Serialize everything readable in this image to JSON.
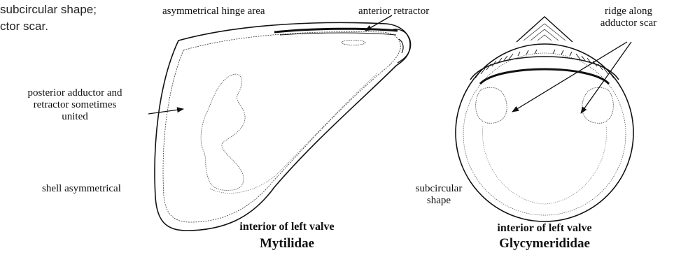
{
  "top_left_text": {
    "line1": "subcircular shape;",
    "line2": "ctor scar."
  },
  "mytilidae": {
    "label_hinge": "asymmetrical hinge area",
    "label_anterior_retractor": "anterior retractor",
    "label_posterior_adductor": [
      "posterior adductor and",
      "retractor sometimes",
      "united"
    ],
    "label_shell_asymmetrical": "shell asymmetrical",
    "caption_view": "interior of left valve",
    "caption_family": "Mytilidae"
  },
  "glycymerididae": {
    "label_ridge": [
      "ridge along",
      "adductor scar"
    ],
    "label_subcircular": [
      "subcircular",
      "shape"
    ],
    "caption_view": "interior of left valve",
    "caption_family": "Glycymerididae"
  }
}
